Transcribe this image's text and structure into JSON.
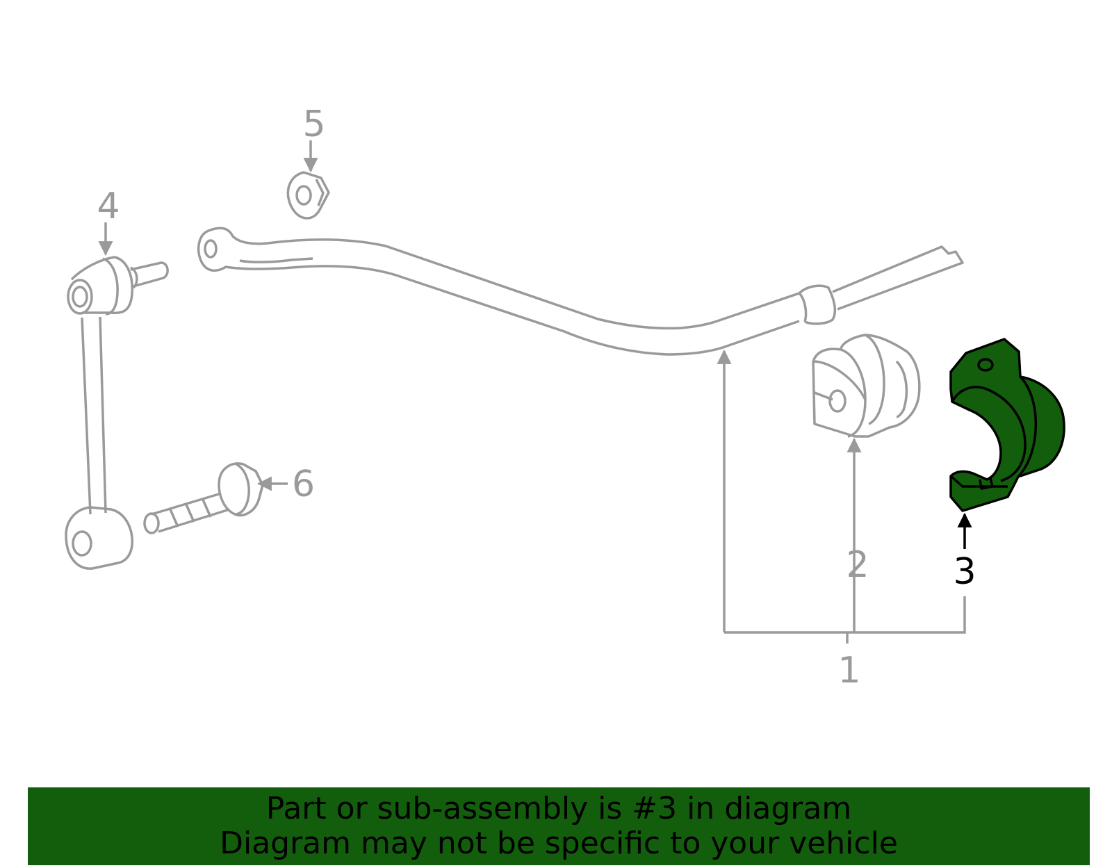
{
  "colors": {
    "line_gray": "#9a9a9a",
    "highlight_fill": "#135e0c",
    "highlight_stroke": "#000000",
    "banner_bg": "#135e0c",
    "background": "#ffffff"
  },
  "callouts": {
    "part_1": "1",
    "part_2": "2",
    "part_3": "3",
    "part_4": "4",
    "part_5": "5",
    "part_6": "6"
  },
  "highlighted_part": "3",
  "banner": {
    "line1": "Part or sub-assembly is #3 in diagram",
    "line2": "Diagram may not be specific to your vehicle"
  }
}
